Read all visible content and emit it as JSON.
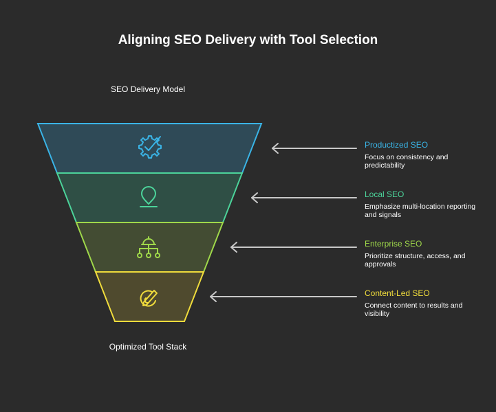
{
  "title": "Aligning SEO Delivery with Tool Selection",
  "top_label": "SEO Delivery Model",
  "bottom_label": "Optimized Tool Stack",
  "stages": [
    {
      "title": "Productized SEO",
      "description": "Focus on consistency and predictability",
      "color": "#3ab4e6",
      "fill": "#2f4a57",
      "icon": "gear-check-icon"
    },
    {
      "title": "Local SEO",
      "description": "Emphasize multi-location reporting and signals",
      "color": "#4cd39a",
      "fill": "#2f4f45",
      "icon": "location-pin-icon"
    },
    {
      "title": "Enterprise SEO",
      "description": "Prioritize structure, access, and approvals",
      "color": "#9fd84a",
      "fill": "#434c33",
      "icon": "org-hierarchy-icon"
    },
    {
      "title": "Content-Led SEO",
      "description": "Connect content to results and visibility",
      "color": "#f0dc3c",
      "fill": "#4f4a2e",
      "icon": "pen-circle-icon"
    }
  ]
}
